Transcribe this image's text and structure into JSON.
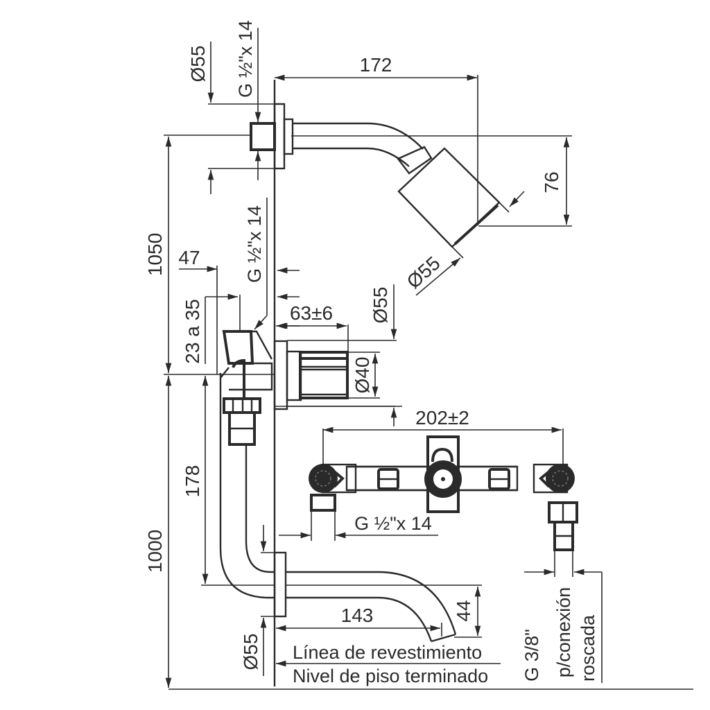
{
  "drawing": {
    "title": "Instalación de ducha y lavatorio - plano técnico",
    "dimensions": {
      "shower_flange_diameter": "Ø55",
      "shower_thread_top": "G ½\"x 14",
      "shower_arm_length": "172",
      "shower_head_drop": "76",
      "shower_head_diameter": "Ø55",
      "shower_height": "1050",
      "wall_offset": "47",
      "thread_mid": "G ½\"x 14",
      "wall_range": "23 a 35",
      "valve_projection": "63±6",
      "valve_flange_diameter": "Ø55",
      "handle_diameter": "Ø40",
      "spout_drop": "178",
      "floor_height": "1000",
      "centers_distance": "202±2",
      "inlet_thread": "G ½\"x 14",
      "spout_length": "143",
      "spout_height": "44",
      "spout_flange_diameter": "Ø55"
    },
    "labels": {
      "coating_line": "Línea de revestimiento",
      "floor_level": "Nivel de piso terminado",
      "connection_1": "G 3/8\"",
      "connection_2": "p/conexión",
      "connection_3": "roscada"
    },
    "line_color": "#2a2a2a"
  }
}
